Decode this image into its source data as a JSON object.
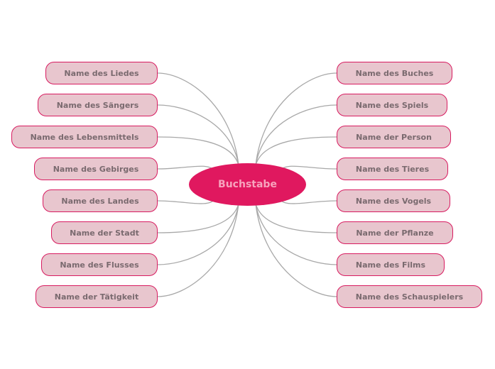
{
  "colors": {
    "center_fill": "#e0185f",
    "center_text": "#f7a3bd",
    "node_fill": "#e8c6ce",
    "node_border": "#d81b60",
    "node_text": "#7a6a6f",
    "connector": "#a8a8a8"
  },
  "center": {
    "label": "Buchstabe"
  },
  "left_nodes": [
    {
      "label": "Name des Liedes"
    },
    {
      "label": "Name des Sängers"
    },
    {
      "label": "Name des Lebensmittels"
    },
    {
      "label": "Name des Gebirges"
    },
    {
      "label": "Name des Landes"
    },
    {
      "label": "Name der Stadt"
    },
    {
      "label": "Name des Flusses"
    },
    {
      "label": "Name der Tätigkeit"
    }
  ],
  "right_nodes": [
    {
      "label": "Name des Buches"
    },
    {
      "label": "Name des Spiels"
    },
    {
      "label": "Name der Person"
    },
    {
      "label": "Name des Tieres"
    },
    {
      "label": "Name des Vogels"
    },
    {
      "label": "Name der Pflanze"
    },
    {
      "label": "Name des Films"
    },
    {
      "label": "Name des Schauspielers"
    }
  ]
}
